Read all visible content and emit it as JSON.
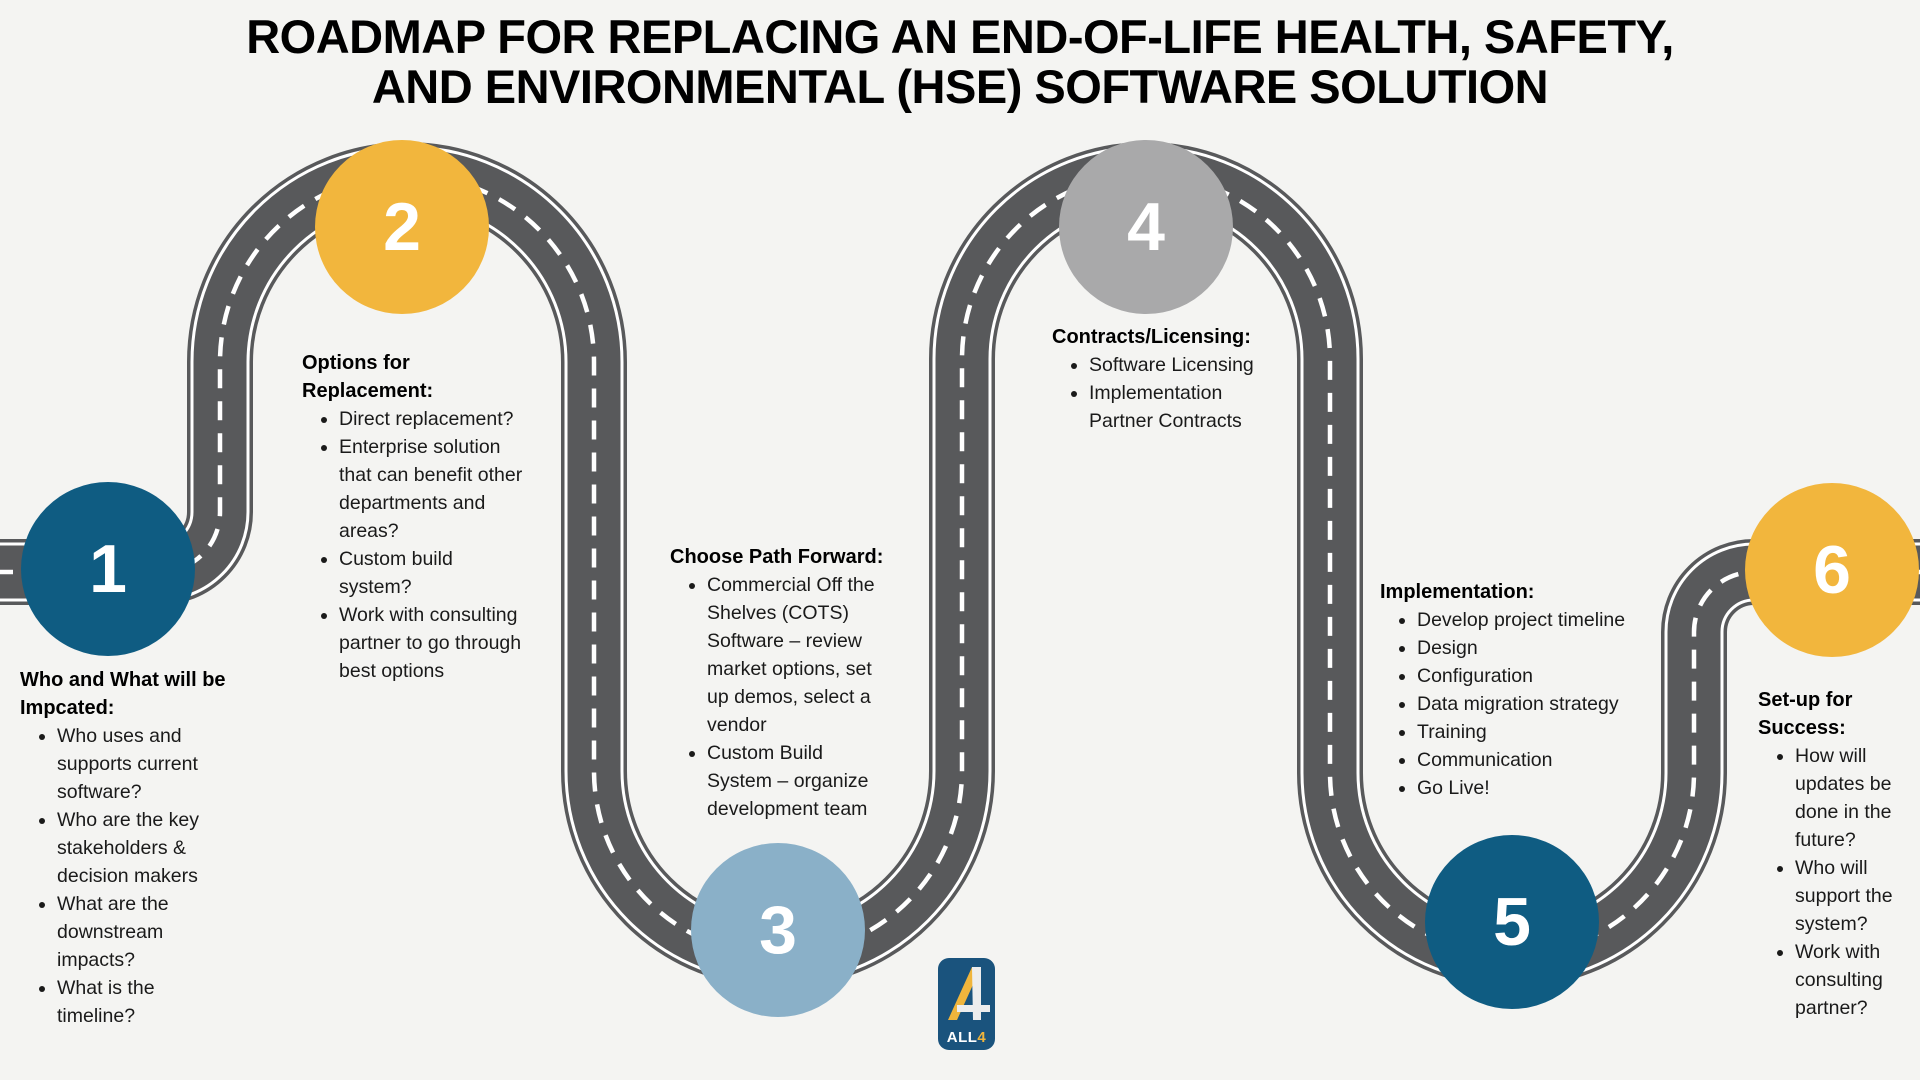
{
  "title": "ROADMAP FOR REPLACING AN END-OF-LIFE HEALTH, SAFETY, AND ENVIRONMENTAL (HSE) SOFTWARE SOLUTION",
  "steps": [
    {
      "number": "1",
      "color": "#0F5C82",
      "heading": "Who and What will be Impcated:",
      "bullets": [
        "Who uses and supports current software?",
        "Who are the key stakeholders & decision makers",
        "What are the downstream impacts?",
        "What is the timeline?"
      ]
    },
    {
      "number": "2",
      "color": "#F2B63D",
      "heading": "Options for Replacement:",
      "bullets": [
        "Direct replacement?",
        "Enterprise solution that can benefit other departments and areas?",
        "Custom build system?",
        "Work with consulting partner to go through best options"
      ]
    },
    {
      "number": "3",
      "color": "#8AB0C8",
      "heading": "Choose Path Forward:",
      "bullets": [
        "Commercial Off the Shelves (COTS) Software – review market options, set up demos, select a vendor",
        "Custom Build System – organize development team"
      ]
    },
    {
      "number": "4",
      "color": "#A9A9AA",
      "heading": "Contracts/Licensing:",
      "bullets": [
        "Software Licensing",
        "Implementation Partner Contracts"
      ]
    },
    {
      "number": "5",
      "color": "#0F5C82",
      "heading": "Implementation:",
      "bullets": [
        "Develop project timeline",
        "Design",
        "Configuration",
        "Data migration strategy",
        "Training",
        "Communication",
        "Go Live!"
      ]
    },
    {
      "number": "6",
      "color": "#F2B63D",
      "heading": "Set-up for Success:",
      "bullets": [
        "How will updates be done in the future?",
        "Who will support the system?",
        "Work with consulting partner?"
      ]
    }
  ],
  "logo": {
    "all": "ALL",
    "four": "4"
  },
  "palette": {
    "background": "#F4F4F2",
    "road": "#58595B",
    "road_line": "#FFFFFF",
    "text": "#1A1A1A",
    "dark_blue": "#0F5C82",
    "yellow": "#F2B63D",
    "light_blue": "#8AB0C8",
    "gray": "#A9A9AA",
    "logo_bg": "#1A537D"
  }
}
